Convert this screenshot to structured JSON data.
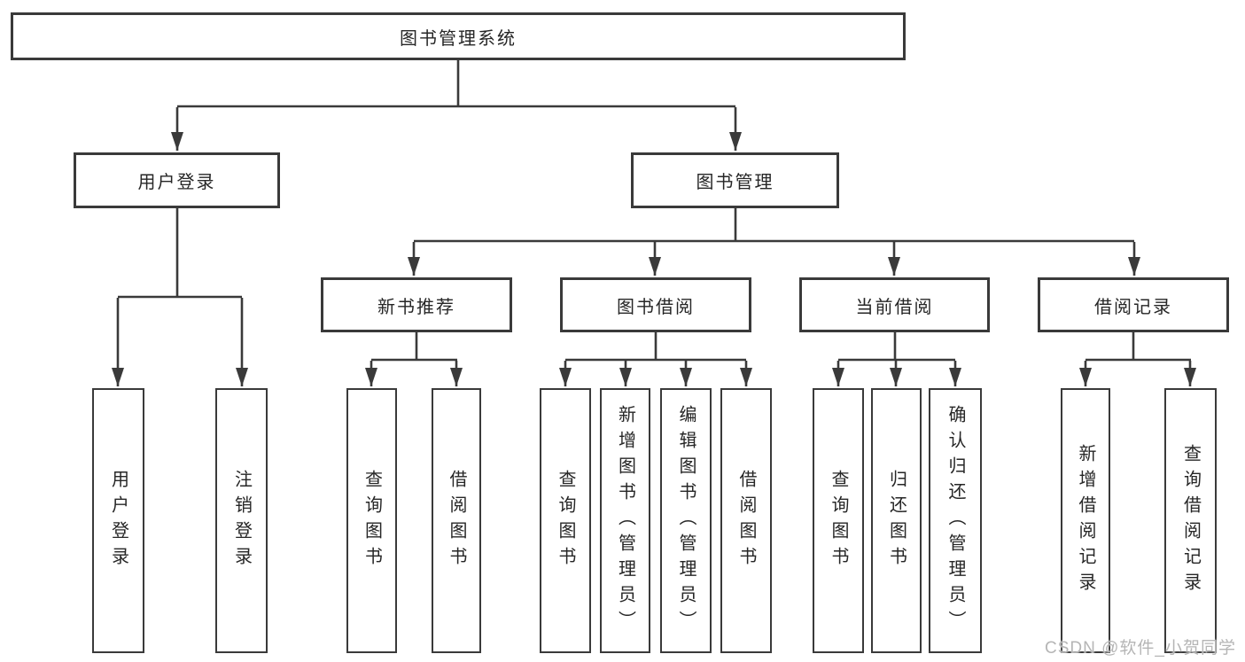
{
  "tree": {
    "label": "图书管理系统",
    "children": [
      {
        "label": "用户登录",
        "children": [
          {
            "label": "用户登录"
          },
          {
            "label": "注销登录"
          }
        ]
      },
      {
        "label": "图书管理",
        "children": [
          {
            "label": "新书推荐",
            "children": [
              {
                "label": "查询图书"
              },
              {
                "label": "借阅图书"
              }
            ]
          },
          {
            "label": "图书借阅",
            "children": [
              {
                "label": "查询图书"
              },
              {
                "label": "新增图书（管理员）"
              },
              {
                "label": "编辑图书（管理员）"
              },
              {
                "label": "借阅图书"
              }
            ]
          },
          {
            "label": "当前借阅",
            "children": [
              {
                "label": "查询图书"
              },
              {
                "label": "归还图书"
              },
              {
                "label": "确认归还（管理员）"
              }
            ]
          },
          {
            "label": "借阅记录",
            "children": [
              {
                "label": "新增借阅记录"
              },
              {
                "label": "查询借阅记录"
              }
            ]
          }
        ]
      }
    ]
  },
  "watermark": "CSDN @软件_小贺同学",
  "colors": {
    "line": "#3a3a3a",
    "text": "#262626",
    "background": "#ffffff",
    "watermark": "#b5b5b5"
  }
}
